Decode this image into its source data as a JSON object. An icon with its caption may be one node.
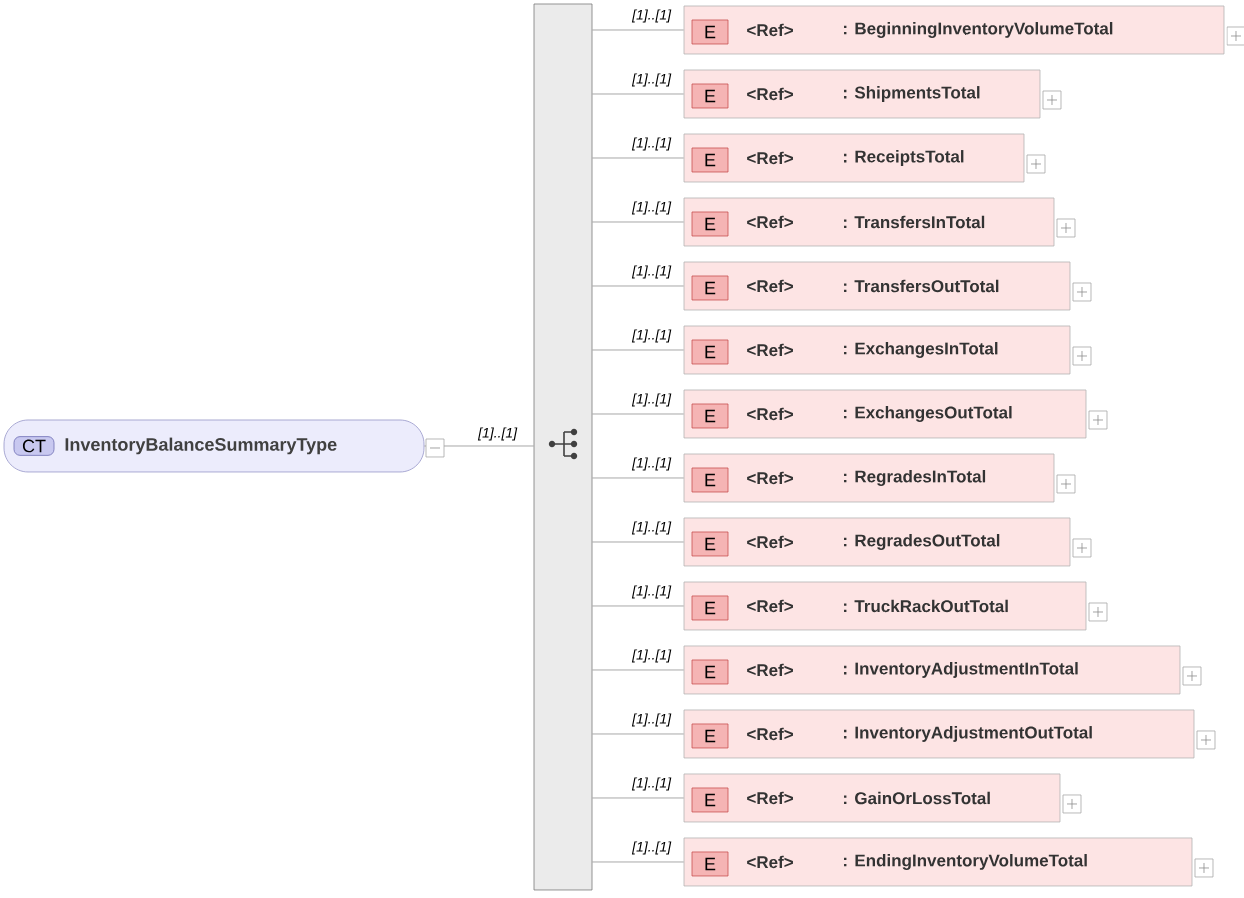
{
  "diagram": {
    "nodes": [
      {
        "text": [
          "CT",
          "InventoryBalanceSummaryType"
        ]
      },
      {
        "text": [],
        "shape": "bar"
      },
      {
        "text": [
          "E",
          "<Ref>",
          ": BeginningInventoryVolumeTotal"
        ]
      },
      {
        "text": [
          "E",
          "<Ref>",
          ": ShipmentsTotal"
        ]
      },
      {
        "text": [
          "E",
          "<Ref>",
          ": ReceiptsTotal"
        ]
      },
      {
        "text": [
          "E",
          "<Ref>",
          ": TransfersInTotal"
        ]
      },
      {
        "text": [
          "E",
          "<Ref>",
          ": TransfersOutTotal"
        ]
      },
      {
        "text": [
          "E",
          "<Ref>",
          ": ExchangesInTotal"
        ]
      },
      {
        "text": [
          "E",
          "<Ref>",
          ": ExchangesOutTotal"
        ]
      },
      {
        "text": [
          "E",
          "<Ref>",
          ": RegradesInTotal"
        ]
      },
      {
        "text": [
          "E",
          "<Ref>",
          ": RegradesOutTotal"
        ]
      },
      {
        "text": [
          "E",
          "<Ref>",
          ": TruckRackOutTotal"
        ]
      },
      {
        "text": [
          "E",
          "<Ref>",
          ": InventoryAdjustmentInTotal"
        ]
      },
      {
        "text": [
          "E",
          "<Ref>",
          ": InventoryAdjustmentOutTotal"
        ]
      },
      {
        "text": [
          "E",
          "<Ref>",
          ": GainOrLossTotal"
        ]
      },
      {
        "text": [
          "E",
          "<Ref>",
          ": EndingInventoryVolumeTotal"
        ]
      }
    ],
    "edges": [
      {
        "from": 0,
        "to": 1,
        "arrow": "none",
        "label": "[1]..[1]"
      },
      {
        "from": 1,
        "to": 2,
        "arrow": "none",
        "label": "[1]..[1]"
      },
      {
        "from": 1,
        "to": 3,
        "arrow": "none",
        "label": "[1]..[1]"
      },
      {
        "from": 1,
        "to": 4,
        "arrow": "none",
        "label": "[1]..[1]"
      },
      {
        "from": 1,
        "to": 5,
        "arrow": "none",
        "label": "[1]..[1]"
      },
      {
        "from": 1,
        "to": 6,
        "arrow": "none",
        "label": "[1]..[1]"
      },
      {
        "from": 1,
        "to": 7,
        "arrow": "none",
        "label": "[1]..[1]"
      },
      {
        "from": 1,
        "to": 8,
        "arrow": "none",
        "label": "[1]..[1]"
      },
      {
        "from": 1,
        "to": 9,
        "arrow": "none",
        "label": "[1]..[1]"
      },
      {
        "from": 1,
        "to": 10,
        "arrow": "none",
        "label": "[1]..[1]"
      },
      {
        "from": 1,
        "to": 11,
        "arrow": "none",
        "label": "[1]..[1]"
      },
      {
        "from": 1,
        "to": 12,
        "arrow": "none",
        "label": "[1]..[1]"
      },
      {
        "from": 1,
        "to": 13,
        "arrow": "none",
        "label": "[1]..[1]"
      },
      {
        "from": 1,
        "to": 14,
        "arrow": "none",
        "label": "[1]..[1]"
      },
      {
        "from": 1,
        "to": 15,
        "arrow": "none",
        "label": "[1]..[1]"
      }
    ]
  }
}
